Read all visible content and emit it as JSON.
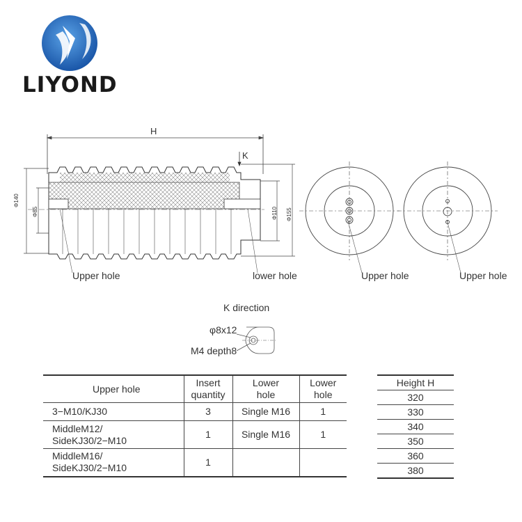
{
  "brand": {
    "name": "LIYOND",
    "logo_icon": "liyond-swoosh-logo",
    "color_primary": "#1f5fae",
    "color_light": "#4a90d9"
  },
  "drawing": {
    "dim_H": "H",
    "dim_K": "K",
    "dim_phi140": "Φ140",
    "dim_phi85": "Φ85",
    "dim_phi110": "Φ110",
    "dim_phi155": "Φ155",
    "labels": {
      "upper_hole_side": "Upper hole",
      "lower_hole": "lower hole",
      "upper_hole_end1": "Upper hole",
      "upper_hole_end2": "Upper hole"
    },
    "k_direction": {
      "title": "K direction",
      "hole": "φ8x12",
      "thread": "M4 depth8"
    }
  },
  "spec_table": {
    "headers": {
      "upper_hole": "Upper hole",
      "insert_qty_1": "Insert",
      "insert_qty_2": "quantity",
      "lower_hole_1": "Lower",
      "lower_hole_2": "hole",
      "lower_hole_qty_1": "Lower",
      "lower_hole_qty_2": "hole"
    },
    "rows": [
      {
        "upper_1": "3−M10/KJ30",
        "upper_2": "",
        "insert": "3",
        "lower": "Single M16",
        "lower_qty": "1"
      },
      {
        "upper_1": "MiddleM12/",
        "upper_2": "SideKJ30/2−M10",
        "insert": "1",
        "lower": "Single M16",
        "lower_qty": "1"
      },
      {
        "upper_1": "MiddleM16/",
        "upper_2": "SideKJ30/2−M10",
        "insert": "1",
        "lower": "",
        "lower_qty": ""
      }
    ]
  },
  "height_table": {
    "header": "Height H",
    "values": [
      "320",
      "330",
      "340",
      "350",
      "360",
      "380"
    ]
  }
}
